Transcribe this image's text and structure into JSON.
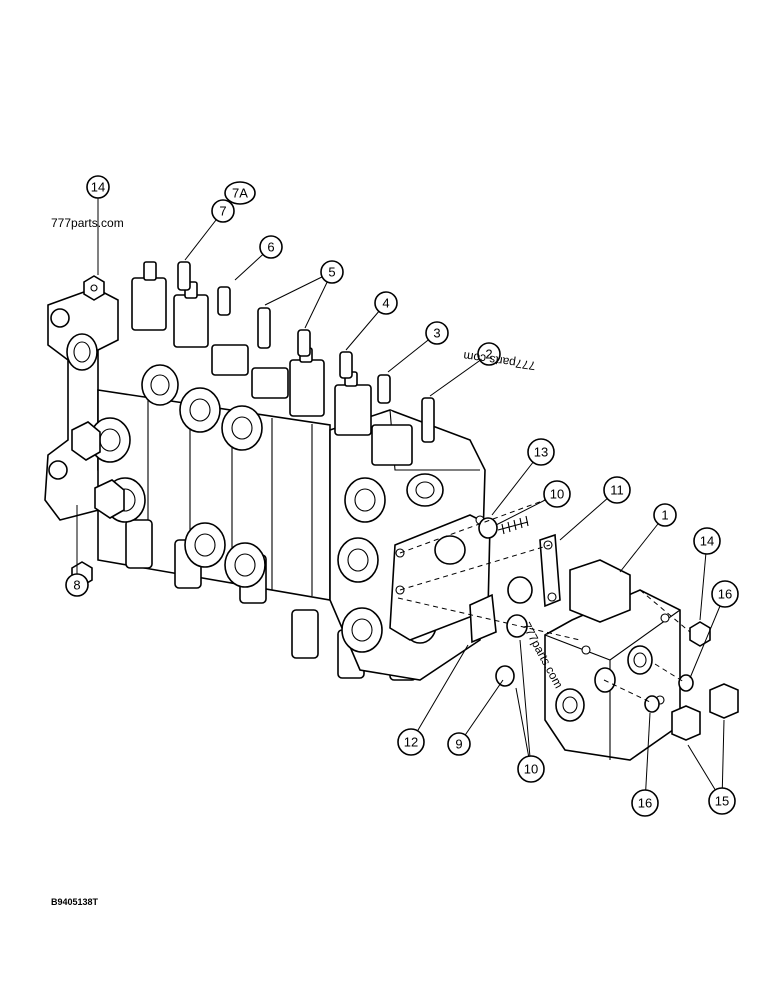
{
  "watermarks": [
    "777parts.com",
    "777parts.com",
    "777parts.com"
  ],
  "drawing_id": "B9405138T",
  "callouts": [
    "14",
    "7A",
    "7",
    "6",
    "5",
    "4",
    "3",
    "2",
    "13",
    "10",
    "11",
    "1",
    "14",
    "16",
    "8",
    "12",
    "9",
    "10",
    "16",
    "15"
  ]
}
